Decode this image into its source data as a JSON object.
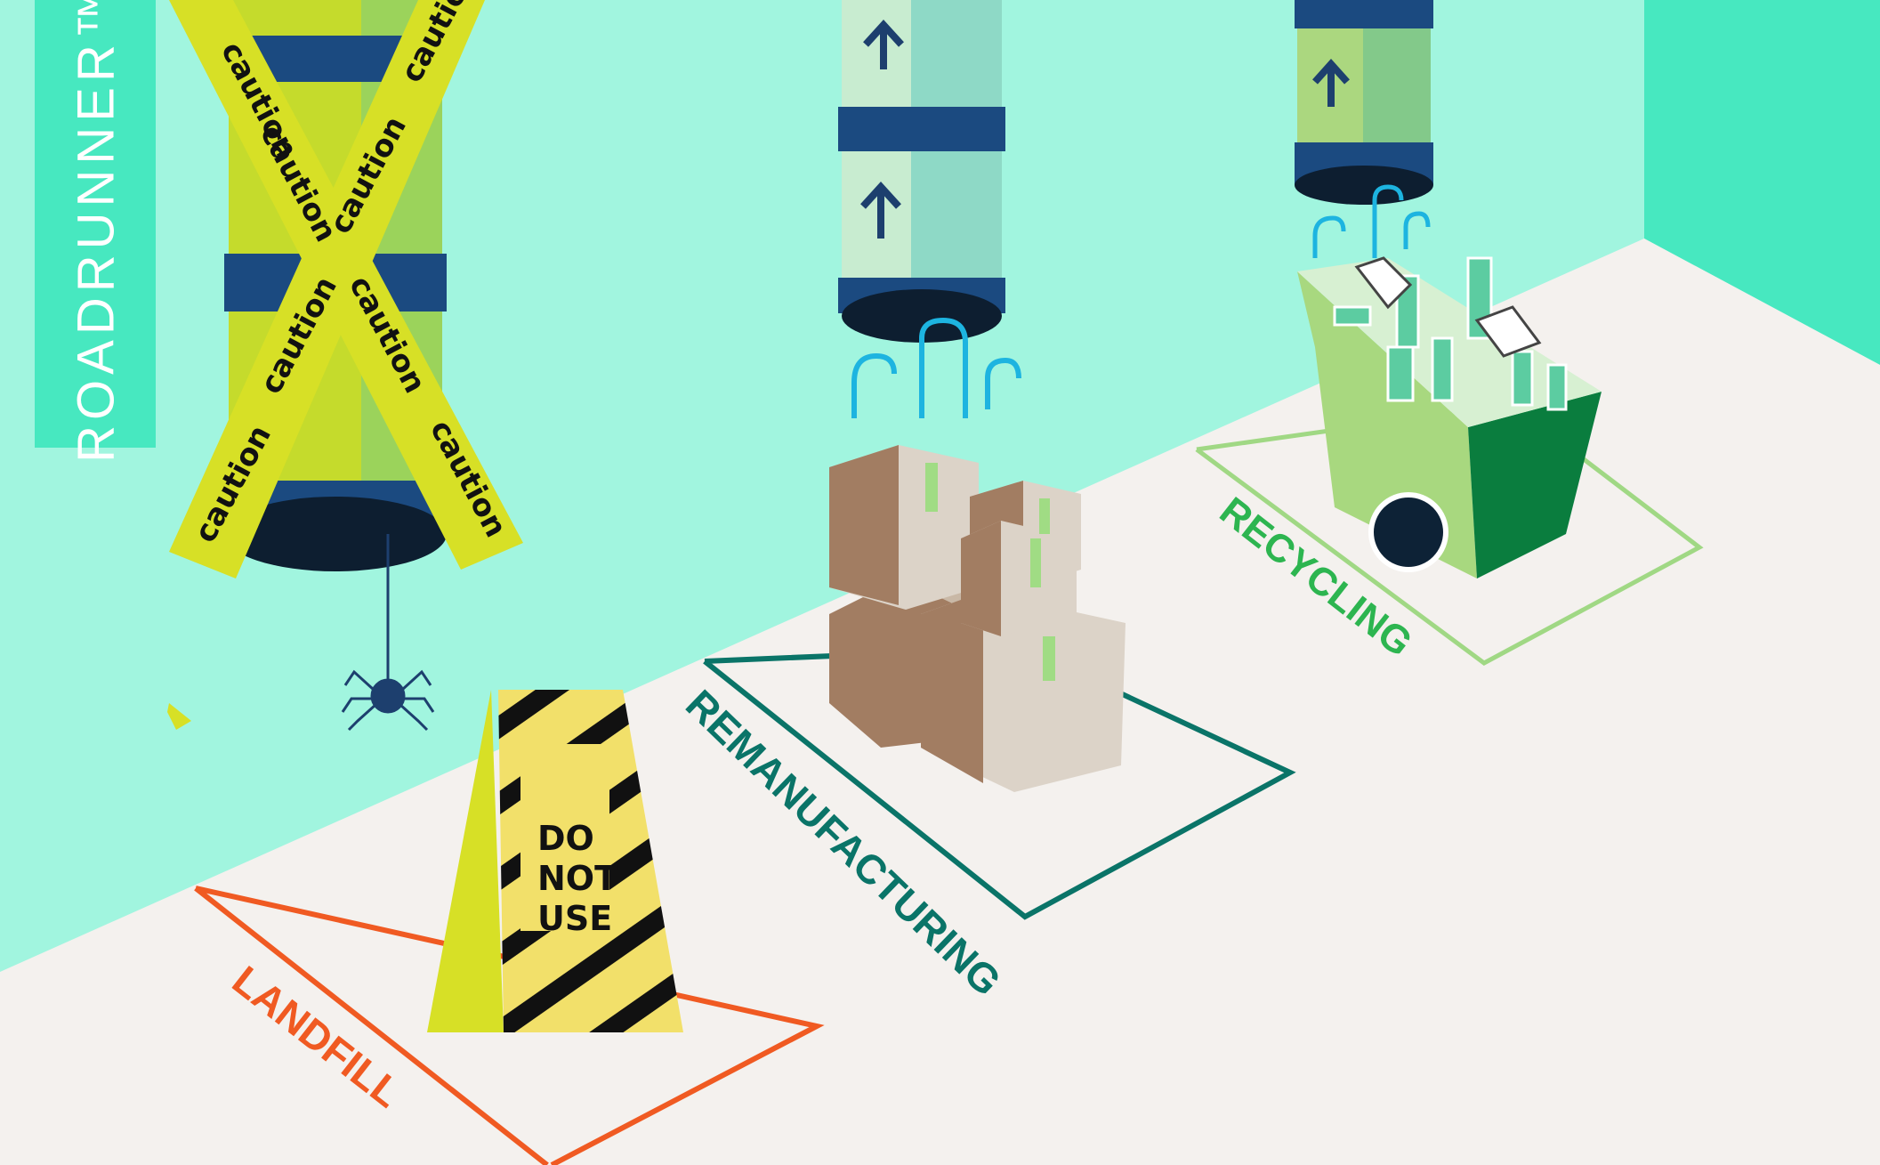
{
  "brand": {
    "name": "ROADRUNNER™"
  },
  "zones": {
    "landfill": {
      "label": "LANDFILL",
      "color": "#f05a22"
    },
    "remanufacturing": {
      "label": "REMANUFACTURING",
      "color": "#0a7468"
    },
    "recycling": {
      "label": "RECYCLING",
      "color": "#2db550"
    }
  },
  "caution_tape": {
    "text": "caution",
    "color": "#d7e026"
  },
  "sign": {
    "line1": "DO",
    "line2": "NOT",
    "line3": "USE"
  },
  "colors": {
    "wall": "#a1f5df",
    "floor": "#f4f1ee",
    "side_wall": "#47e8c0",
    "chute_dark": "#1d3f6e",
    "cardboard": "#a27d62",
    "tape_green": "#a0dc84"
  }
}
